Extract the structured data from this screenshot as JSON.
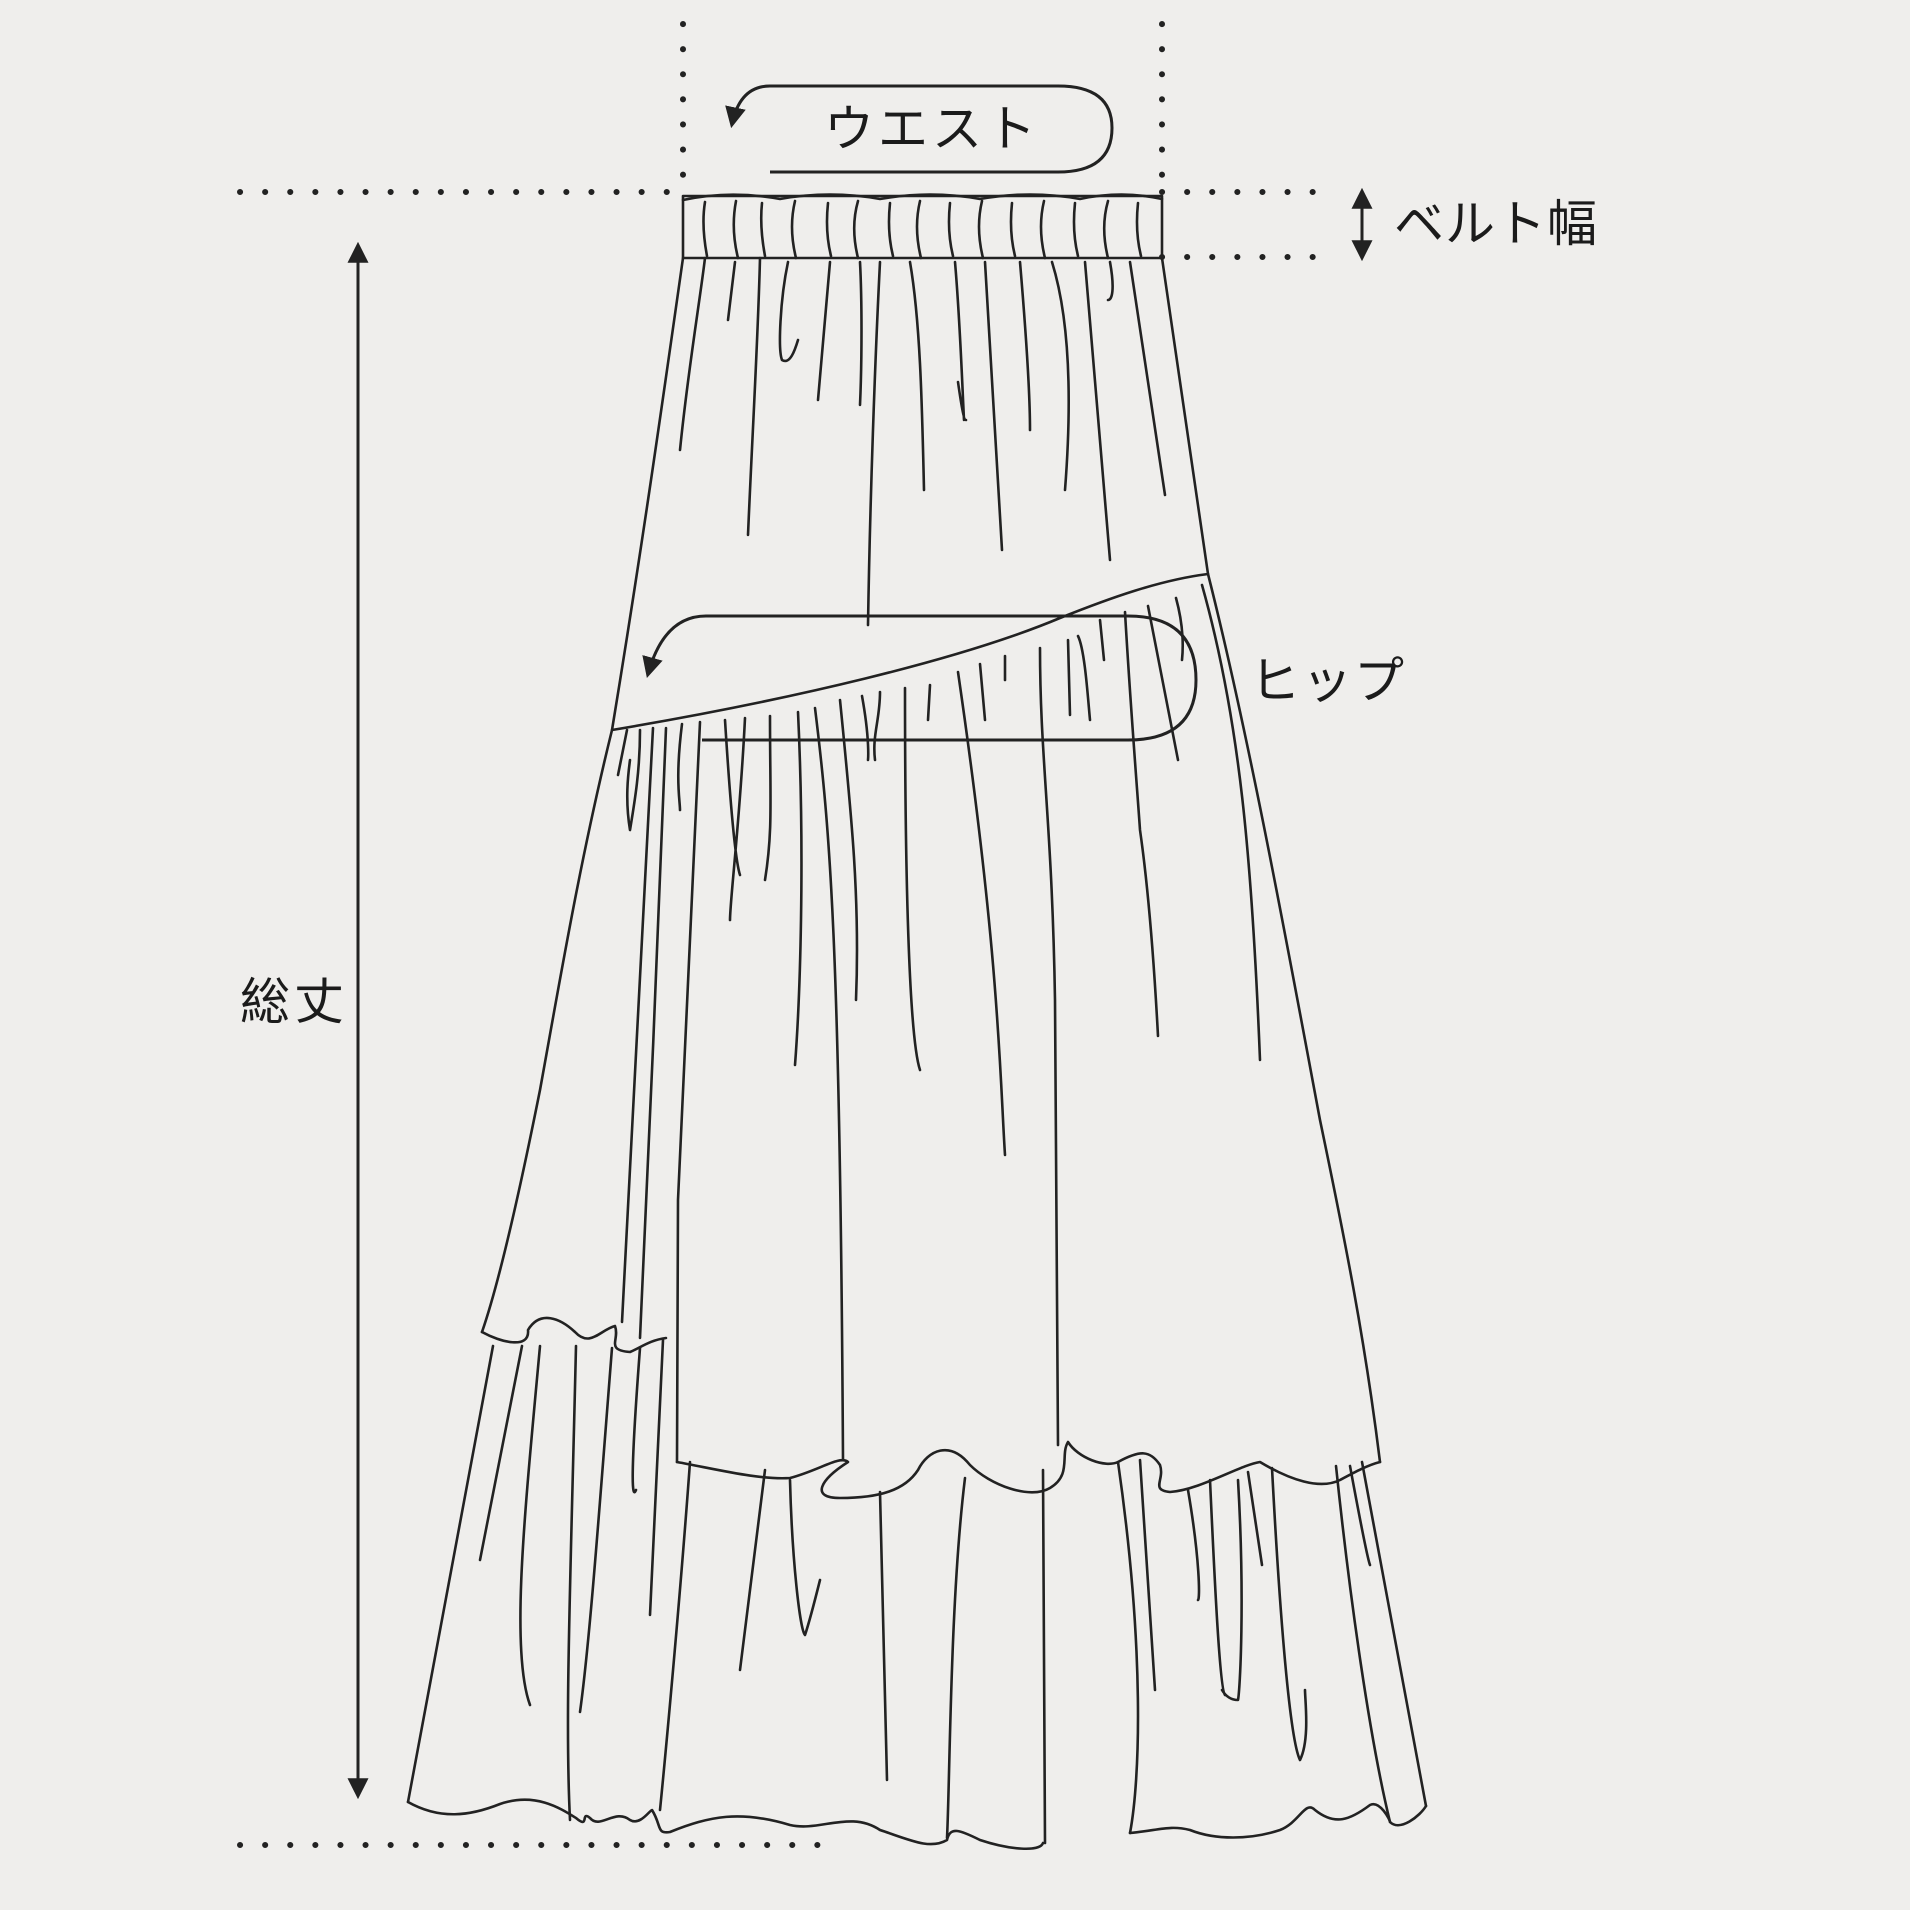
{
  "labels": {
    "waist": "ウエスト",
    "belt_width": "ベルト幅",
    "hip": "ヒップ",
    "total_length": "総丈"
  },
  "colors": {
    "background": "#efeeec",
    "line": "#222222"
  }
}
